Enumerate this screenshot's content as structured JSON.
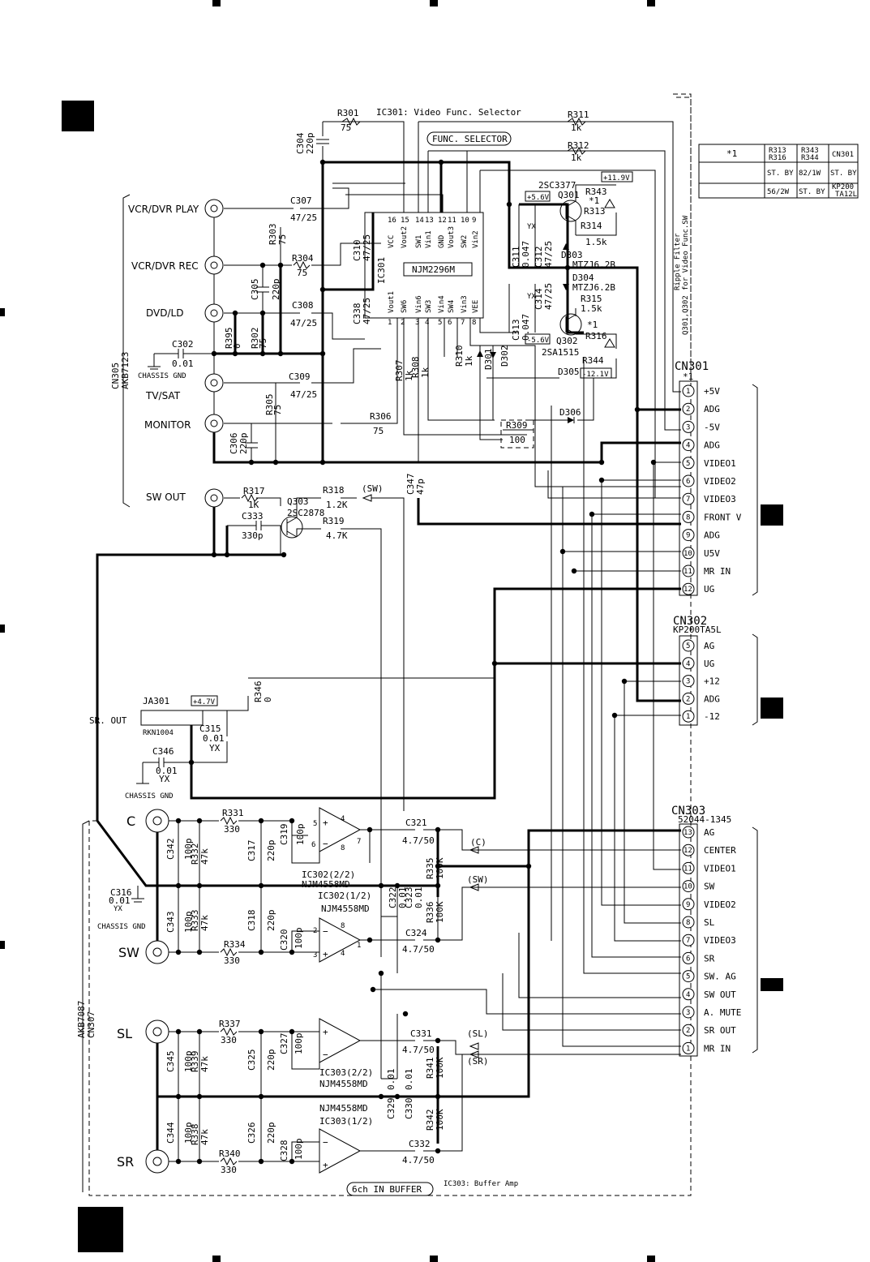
{
  "titles": {
    "ic301": "IC301: Video Func. Selector",
    "func_selector": "FUNC. SELECTOR",
    "ic303": "IC303: Buffer Amp",
    "six_ch": "6ch IN BUFFER",
    "ripple": "Ripple Filter",
    "ripple2": "for Video Func.SW",
    "q_label": "Q301,Q302"
  },
  "table": {
    "h1": "*1",
    "h2a": "R313",
    "h2b": "R316",
    "h3a": "R343",
    "h3b": "R344",
    "h4": "CN301",
    "r1c2": "ST. BY",
    "r1c3": "82/1W",
    "r1c4": "ST. BY",
    "r2c2": "56/2W",
    "r2c3": "ST. BY",
    "r2c4a": "KP200",
    "r2c4b": "TA12L"
  },
  "jacks": {
    "vcr_play": "VCR/DVR  PLAY",
    "vcr_rec": "VCR/DVR  REC",
    "dvd": "DVD/LD",
    "tvsat": "TV/SAT",
    "monitor": "MONITOR",
    "swout": "SW  OUT",
    "chassis_gnd": "CHASSIS GND",
    "cn305": "CN305",
    "akb7123": "AKB7123",
    "akb7087": "AKB7087",
    "cn307": "CN307",
    "ja301": "JA301",
    "sr_out": "SR. OUT",
    "rkn1004": "RKN1004",
    "v47": "+4.7V",
    "c": "C",
    "sw": "SW",
    "sl": "SL",
    "sr": "SR"
  },
  "ic": {
    "name": "NJM2296M",
    "ref": "IC301",
    "top_pins": [
      "16",
      "15",
      "14",
      "13",
      "12",
      "11",
      "10",
      "9"
    ],
    "top_names": [
      "VCC",
      "Vout2",
      "SW1",
      "Vin1",
      "GND",
      "Vout3",
      "SW2",
      "Vin2"
    ],
    "bot_pins": [
      "1",
      "2",
      "3",
      "4",
      "5",
      "6",
      "7",
      "8"
    ],
    "bot_names": [
      "Vout1",
      "SW6",
      "Vin6",
      "SW3",
      "Vin4",
      "SW4",
      "Vin3",
      "VEE"
    ]
  },
  "parts": {
    "r301": "R301",
    "r301v": "75",
    "c304": "C304",
    "c304v": "220p",
    "r311": "R311",
    "r311v": "1k",
    "r312": "R312",
    "r312v": "1k",
    "q301t": "2SC3377",
    "q301": "Q301",
    "q302": "Q302",
    "q302t": "2SA1515",
    "r343": "R343",
    "r313": "R313",
    "r314": "R314",
    "r314v": "1.5k",
    "r315": "R315",
    "r315v": "1.5k",
    "r316": "R316",
    "r344": "R344",
    "star1": "*1",
    "d303": "D303",
    "d303t": "MTZJ6.2B",
    "d304": "D304",
    "d304t": "MTZJ6.2B",
    "v119": "+11.9V",
    "v56": "+5.6V",
    "vm56": "-5.6V",
    "vm121": "-12.1V",
    "c311": "C311",
    "c311v": "0.047",
    "c312": "C312",
    "c312v": "47/25",
    "c313": "C313",
    "c313v": "0.047",
    "c314": "C314",
    "c314v": "47/25",
    "yx": "YX",
    "c307": "C307",
    "c307v": "47/25",
    "c308": "C308",
    "c308v": "47/25",
    "c309": "C309",
    "c309v": "47/25",
    "c310": "C310",
    "c310v": "47/25",
    "c338": "C338",
    "c338v": "47/25",
    "r303": "R303",
    "r303v": "75",
    "r304": "R304",
    "r304v": "75",
    "c305": "C305",
    "c305v": "220p",
    "r302": "R302",
    "r302v": "75",
    "r395": "R395",
    "r395v": "0",
    "c302": "C302",
    "c302v": "0.01",
    "r305": "R305",
    "r305v": "75",
    "r306": "R306",
    "r306v": "75",
    "c306": "C306",
    "c306v": "220p",
    "r307": "R307",
    "r307v": "1k",
    "r308": "R308",
    "r308v": "1k",
    "r310": "R310",
    "r310v": "1k",
    "d301": "D301",
    "d302": "D302",
    "d305": "D305",
    "d306": "D306",
    "r309": "R309",
    "r309v": "100",
    "r317": "R317",
    "r317v": "1K",
    "c333": "C333",
    "c333v": "330p",
    "q303": "Q303",
    "q303t": "2SC2878",
    "r318": "R318",
    "r318v": "1.2K",
    "r319": "R319",
    "r319v": "4.7K",
    "sw_tag": "(SW)",
    "c347": "C347",
    "c347v": "47p",
    "r346": "R346",
    "r346v": "0",
    "c315": "C315",
    "c315v": "0.01",
    "c346": "C346",
    "c346v": "0.01",
    "c316": "C316",
    "c316v": "0.01",
    "r331": "R331",
    "r331v": "330",
    "c319": "C319",
    "c319v": "100p",
    "ic302b": "IC302(2/2)",
    "ic302a": "IC302(1/2)",
    "njm4558": "NJM4558MD",
    "c321": "C321",
    "c321v": "4.7/50",
    "c_tag": "(C)",
    "sw_tag2": "(SW)",
    "sl_tag": "(SL)",
    "sr_tag": "(SR)",
    "c342": "C342",
    "c342v": "100p",
    "r332": "R332",
    "r332v": "47k",
    "c317": "C317",
    "c317v": "220p",
    "c322": "C322",
    "c322v": "0.01",
    "c323": "C323",
    "c323v": "0.01",
    "r335": "R335",
    "r335v": "100K",
    "r336": "R336",
    "r336v": "100K",
    "c343": "C343",
    "c343v": "100p",
    "r333": "R333",
    "r333v": "47k",
    "c318": "C318",
    "c318v": "220p",
    "c320": "C320",
    "c320v": "100p",
    "r334": "R334",
    "r334v": "330",
    "c324": "C324",
    "c324v": "4.7/50",
    "r337": "R337",
    "r337v": "330",
    "c327": "C327",
    "c327v": "100p",
    "c331": "C331",
    "c331v": "4.7/50",
    "c345": "C345",
    "c345v": "100p",
    "r339": "R339",
    "r339v": "47k",
    "c325": "C325",
    "c325v": "220p",
    "ic303b": "IC303(2/2)",
    "ic303a": "IC303(1/2)",
    "c329": "C329",
    "c329v": "0.01",
    "c330": "C330",
    "c330v": "0.01",
    "r341": "R341",
    "r341v": "100K",
    "r342": "R342",
    "r342v": "100K",
    "c344": "C344",
    "c344v": "100p",
    "r338": "R338",
    "r338v": "47k",
    "c326": "C326",
    "c326v": "220p",
    "c328": "C328",
    "c328v": "100p",
    "r340": "R340",
    "r340v": "330",
    "c332": "C332",
    "c332v": "4.7/50"
  },
  "cn301": {
    "name": "CN301",
    "star": "*1",
    "pins": [
      "1",
      "2",
      "3",
      "4",
      "5",
      "6",
      "7",
      "8",
      "9",
      "10",
      "11",
      "12"
    ],
    "labels": [
      "+5V",
      "ADG",
      "-5V",
      "ADG",
      "VIDEO1",
      "VIDEO2",
      "VIDEO3",
      "FRONT V",
      "ADG",
      "U5V",
      "MR IN",
      "UG"
    ]
  },
  "cn302": {
    "name": "CN302",
    "part": "KP200TA5L",
    "pins": [
      "5",
      "4",
      "3",
      "2",
      "1"
    ],
    "labels": [
      "AG",
      "UG",
      "+12",
      "ADG",
      "-12"
    ]
  },
  "cn303": {
    "name": "CN303",
    "part": "52044-1345",
    "pins": [
      "13",
      "12",
      "11",
      "10",
      "9",
      "8",
      "7",
      "6",
      "5",
      "4",
      "3",
      "2",
      "1"
    ],
    "labels": [
      "AG",
      "CENTER",
      "VIDEO1",
      "SW",
      "VIDEO2",
      "SL",
      "VIDEO3",
      "SR",
      "SW. AG",
      "SW OUT",
      "A. MUTE",
      "SR OUT",
      "MR IN"
    ]
  }
}
